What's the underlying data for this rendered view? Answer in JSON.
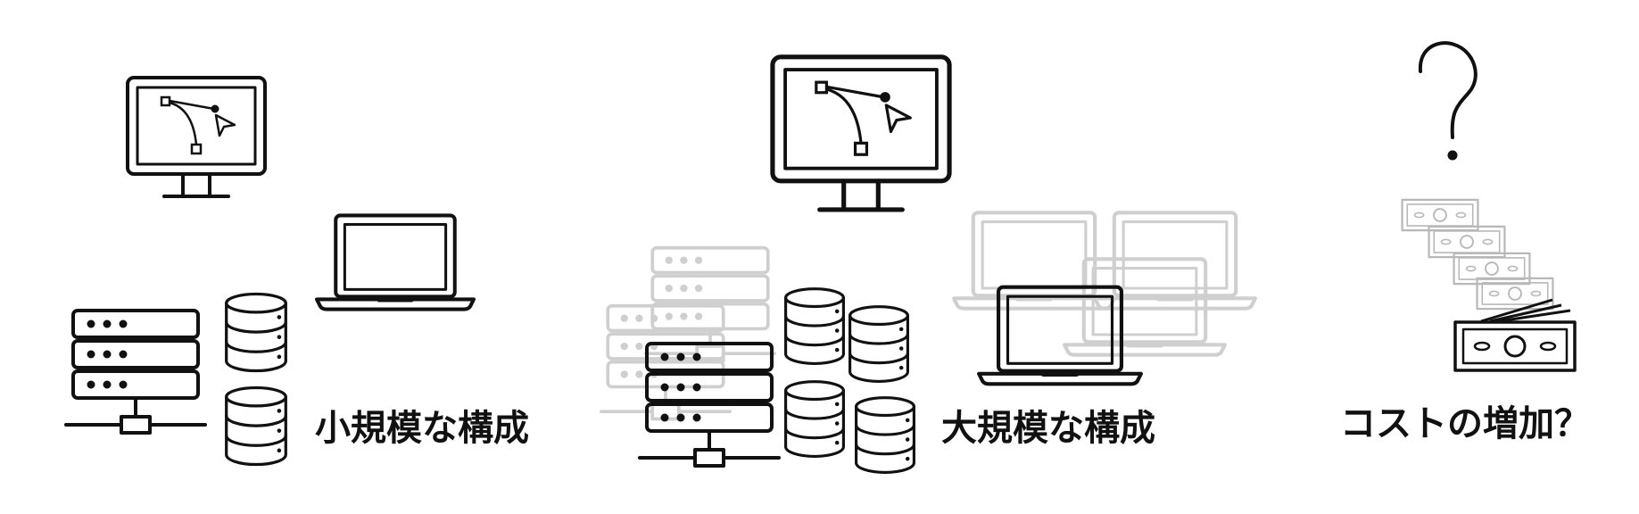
{
  "panels": [
    {
      "caption": "小規模な構成"
    },
    {
      "caption": "大規模な構成"
    },
    {
      "caption": "コストの増加？"
    }
  ],
  "colors": {
    "ink": "#111111",
    "faded": "#cfcfcf",
    "background": "#ffffff"
  }
}
